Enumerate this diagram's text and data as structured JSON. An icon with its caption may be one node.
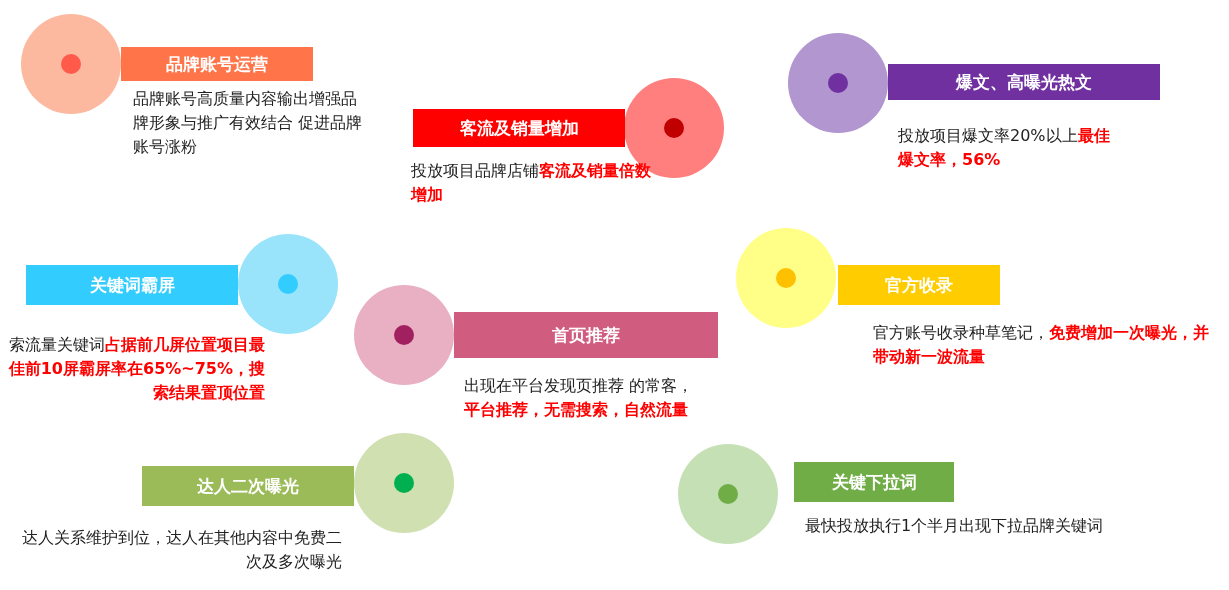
{
  "diagram": {
    "nodes": [
      {
        "text": [
          "品牌账号运营"
        ],
        "beside": [
          "品牌账号高质量内容输出增强品牌形象与推广有效结合 促进品牌账号涨粉"
        ]
      },
      {
        "text": [
          "爆文、高曝光热文"
        ],
        "beside": [
          "投放项目爆文率20%以上**最佳爆文率，56%**"
        ]
      },
      {
        "text": [
          "客流及销量增加"
        ],
        "beside": [
          "投放项目品牌店铺**客流及销量倍数增加**"
        ]
      },
      {
        "text": [
          "关键词霸屏"
        ],
        "beside": [
          "索流量关键词**占据前几屏位置项目最佳前10屏霸屏率在65%~75%，搜索结果置顶位置**"
        ]
      },
      {
        "text": [
          "官方收录"
        ],
        "beside": [
          "官方账号收录种草笔记，**免费增加一次曝光，并带动新一波流量**"
        ]
      },
      {
        "text": [
          "首页推荐"
        ],
        "beside": [
          "出现在平台发现页推荐 的常客，**平台推荐，无需搜索，自然流量**"
        ]
      },
      {
        "text": [
          "达人二次曝光"
        ],
        "beside": [
          "达人关系维护到位，达人在其他内容中免费二次及多次曝光"
        ]
      },
      {
        "text": [
          "关键下拉词"
        ],
        "beside": [
          "最快投放执行1个半月出现下拉品牌关键词"
        ]
      }
    ]
  }
}
